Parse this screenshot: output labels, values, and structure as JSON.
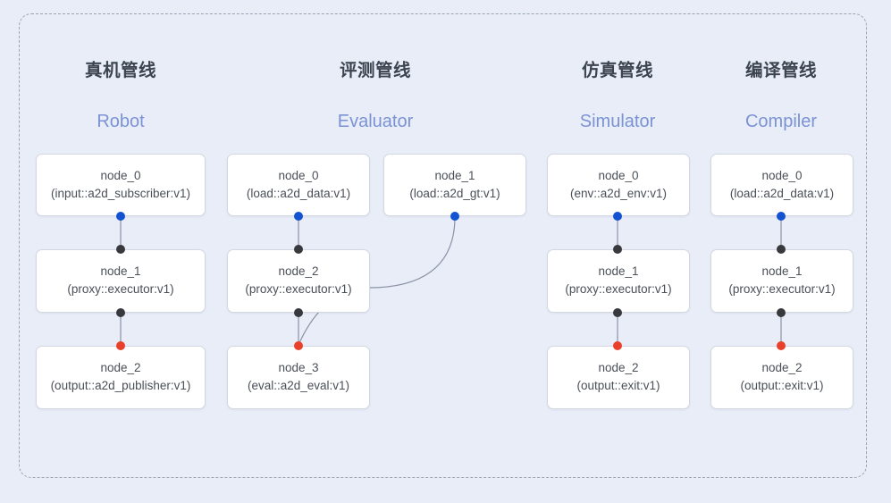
{
  "diagram": {
    "background_color": "#e8edf8",
    "frame_border_color": "#9aa3b2",
    "handle_colors": {
      "source": "#1353d1",
      "intermediate": "#38393d",
      "sink": "#e8402a"
    },
    "edge_color": "#8a93a5",
    "columns": [
      {
        "id": "robot",
        "title_cn": "真机管线",
        "title_en": "Robot",
        "nodes": [
          {
            "id": "robot-node-0",
            "name": "node_0",
            "spec": "(input::a2d_subscriber:v1)",
            "handles": {
              "bottom": "source"
            }
          },
          {
            "id": "robot-node-1",
            "name": "node_1",
            "spec": "(proxy::executor:v1)",
            "handles": {
              "top": "intermediate",
              "bottom": "intermediate"
            }
          },
          {
            "id": "robot-node-2",
            "name": "node_2",
            "spec": "(output::a2d_publisher:v1)",
            "handles": {
              "top": "sink"
            }
          }
        ]
      },
      {
        "id": "evaluator",
        "title_cn": "评测管线",
        "title_en": "Evaluator",
        "nodes": [
          {
            "id": "eval-node-0",
            "name": "node_0",
            "spec": "(load::a2d_data:v1)",
            "handles": {
              "bottom": "source"
            }
          },
          {
            "id": "eval-node-1",
            "name": "node_1",
            "spec": "(load::a2d_gt:v1)",
            "handles": {
              "bottom": "source"
            }
          },
          {
            "id": "eval-node-2",
            "name": "node_2",
            "spec": "(proxy::executor:v1)",
            "handles": {
              "top": "intermediate",
              "bottom": "intermediate"
            }
          },
          {
            "id": "eval-node-3",
            "name": "node_3",
            "spec": "(eval::a2d_eval:v1)",
            "handles": {
              "top": "sink"
            }
          }
        ]
      },
      {
        "id": "simulator",
        "title_cn": "仿真管线",
        "title_en": "Simulator",
        "nodes": [
          {
            "id": "sim-node-0",
            "name": "node_0",
            "spec": "(env::a2d_env:v1)",
            "handles": {
              "bottom": "source"
            }
          },
          {
            "id": "sim-node-1",
            "name": "node_1",
            "spec": "(proxy::executor:v1)",
            "handles": {
              "top": "intermediate",
              "bottom": "intermediate"
            }
          },
          {
            "id": "sim-node-2",
            "name": "node_2",
            "spec": "(output::exit:v1)",
            "handles": {
              "top": "sink"
            }
          }
        ]
      },
      {
        "id": "compiler",
        "title_cn": "编译管线",
        "title_en": "Compiler",
        "nodes": [
          {
            "id": "comp-node-0",
            "name": "node_0",
            "spec": "(load::a2d_data:v1)",
            "handles": {
              "bottom": "source"
            }
          },
          {
            "id": "comp-node-1",
            "name": "node_1",
            "spec": "(proxy::executor:v1)",
            "handles": {
              "top": "intermediate",
              "bottom": "intermediate"
            }
          },
          {
            "id": "comp-node-2",
            "name": "node_2",
            "spec": "(output::exit:v1)",
            "handles": {
              "top": "sink"
            }
          }
        ]
      }
    ]
  }
}
